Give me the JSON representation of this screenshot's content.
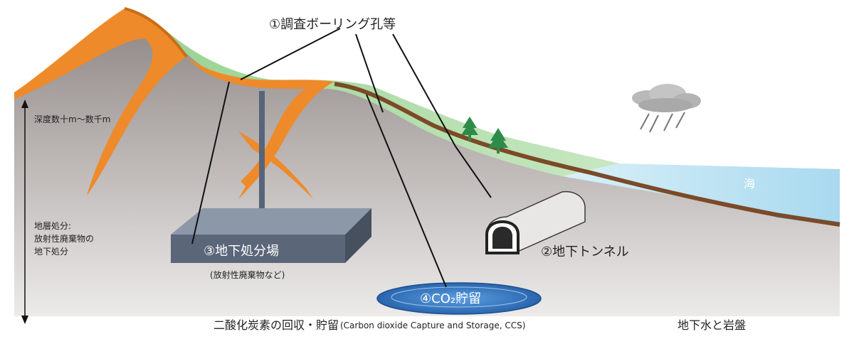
{
  "labels": {
    "boring": "①調査ボーリング孔等",
    "depth_range": "深度数十m〜数千m",
    "geo_disposal": [
      "地層処分:",
      "放射性廃棄物の",
      "地下処分"
    ],
    "disposal_site": "③地下処分場",
    "disposal_note": "(放射性廃棄物など)",
    "tunnel": "②地下トンネル",
    "co2": "④CO₂貯留",
    "ccs_ja": "二酸化炭素の回収・貯留",
    "ccs_en": "(Carbon dioxide Capture and Storage, CCS)",
    "sea": "海",
    "groundwater": "地下水と岩盤"
  },
  "colors": {
    "rock_top": "#8d8684",
    "rock_bottom": "#ece9e8",
    "ground_face": "#d8d4d3",
    "grass": "#8fcf8d",
    "orange_layer": "#ee8a2a",
    "soil_brown": "#7b4a28",
    "sea": "#bfe4f4",
    "disposal_top": "#8c97a8",
    "disposal_side": "#5b6679",
    "co2_pool": "#2f6db5"
  },
  "icons": [
    "cloud-rain-icon",
    "tree-icon"
  ]
}
